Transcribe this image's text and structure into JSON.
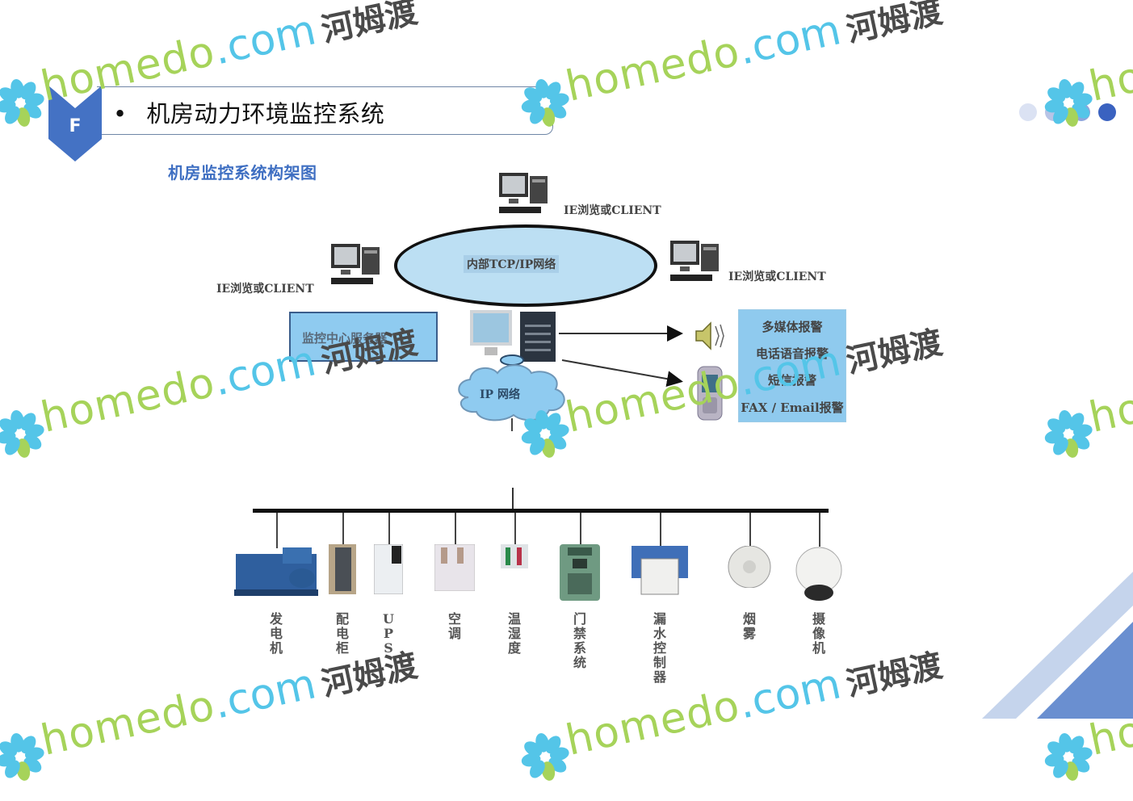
{
  "slide": {
    "badge_letter": "F",
    "bullet": "•",
    "title": "机房动力环境监控系统",
    "subtitle": "机房监控系统构架图"
  },
  "diagram": {
    "network_label": "内部TCP/IP网络",
    "clients": [
      {
        "label": "IE浏览或CLIENT",
        "position": "top"
      },
      {
        "label": "IE浏览或CLIENT",
        "position": "left"
      },
      {
        "label": "IE浏览或CLIENT",
        "position": "right"
      }
    ],
    "server_label": "监控中心服务器",
    "ip_network_label": "IP 网络",
    "alarms": [
      "多媒体报警",
      "电话语音报警",
      "短信报警",
      "FAX / Email报警"
    ],
    "devices": [
      {
        "label": "发电机",
        "icon": "generator-icon"
      },
      {
        "label": "配电柜",
        "icon": "distribution-cabinet-icon"
      },
      {
        "label": "UPS",
        "icon": "ups-icon"
      },
      {
        "label": "空调",
        "icon": "air-conditioner-icon"
      },
      {
        "label": "温湿度",
        "icon": "thermometer-icon"
      },
      {
        "label": "门禁系统",
        "icon": "access-control-icon"
      },
      {
        "label": "漏水控制器",
        "icon": "leak-detector-icon"
      },
      {
        "label": "烟雾",
        "icon": "smoke-detector-icon"
      },
      {
        "label": "摄像机",
        "icon": "camera-icon"
      }
    ]
  },
  "watermark": {
    "text_main": "homedo",
    "text_domain": ".com",
    "text_cn": "河姆渡"
  },
  "colors": {
    "accent_blue": "#4472c4",
    "light_blue": "#8fcbf0",
    "watermark_green": "#a6d35a",
    "watermark_cyan": "#54c5e8"
  }
}
